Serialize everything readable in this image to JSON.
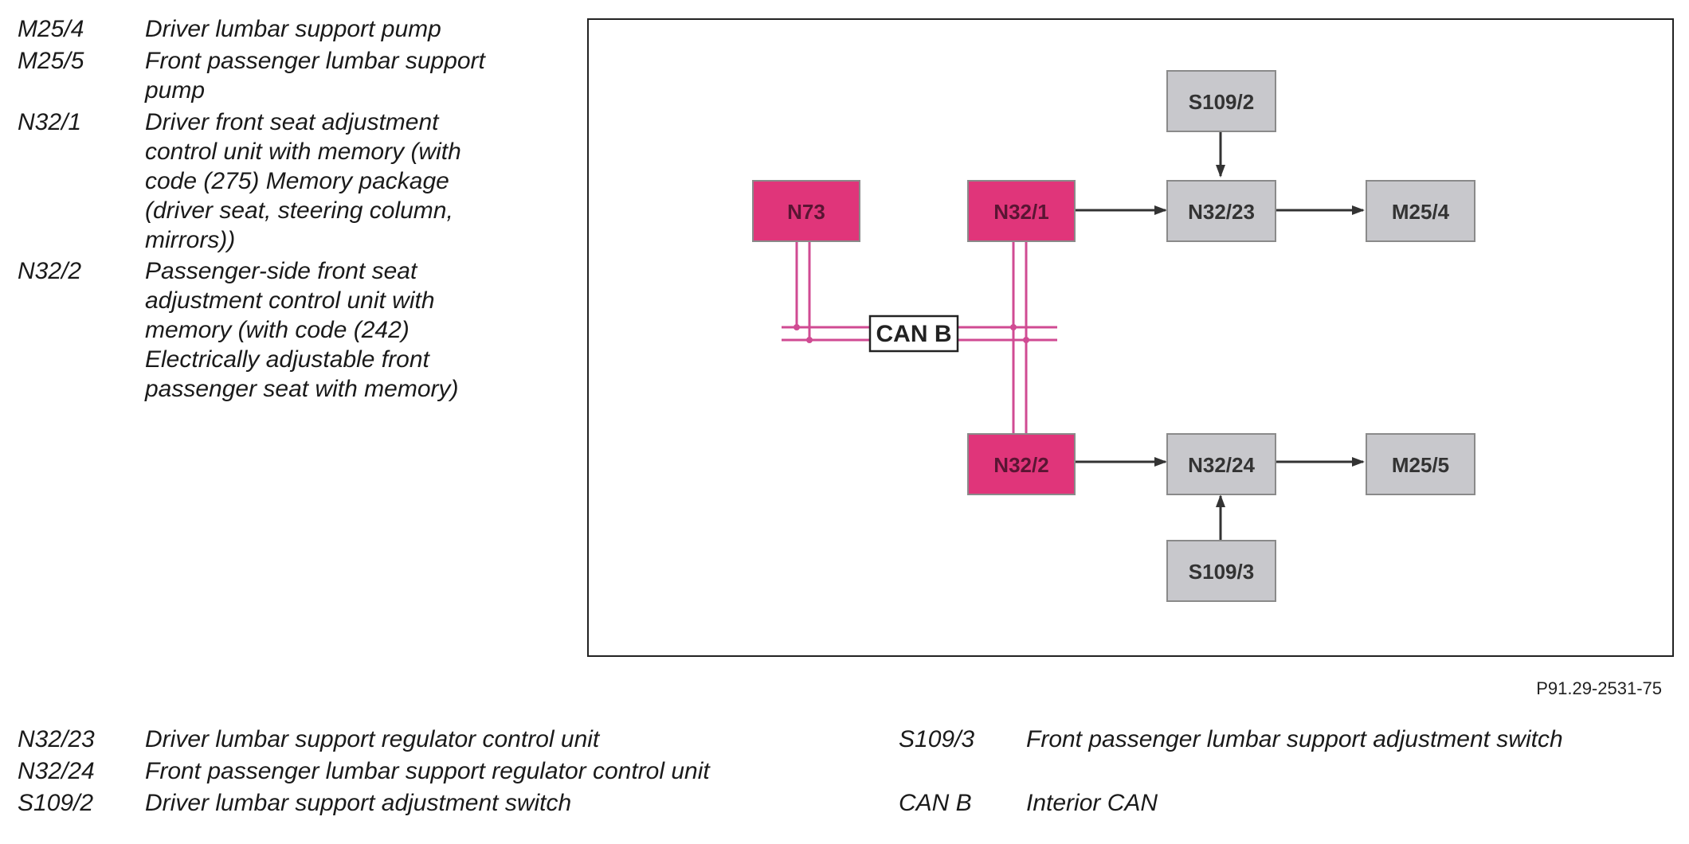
{
  "legend_left": [
    {
      "code": "M25/4",
      "lines": [
        "Driver lumbar support pump"
      ]
    },
    {
      "code": "M25/5",
      "lines": [
        "Front passenger lumbar support",
        "pump"
      ]
    },
    {
      "code": "N32/1",
      "lines": [
        "Driver front seat adjustment",
        "control unit with memory (with",
        "code (275) Memory package",
        "(driver seat, steering column,",
        "mirrors))"
      ]
    },
    {
      "code": "N32/2",
      "lines": [
        "Passenger-side front seat",
        "adjustment control unit with",
        "memory (with code (242)",
        "Electrically adjustable front",
        "passenger seat with memory)"
      ]
    }
  ],
  "legend_bottom": [
    {
      "code": "N32/23",
      "desc": "Driver lumbar support regulator control unit"
    },
    {
      "code": "N32/24",
      "desc": "Front passenger lumbar support regulator control unit"
    },
    {
      "code": "S109/2",
      "desc": "Driver lumbar support adjustment switch"
    },
    {
      "code": "S109/3",
      "desc": "Front passenger lumbar support adjustment switch"
    },
    {
      "code": "CAN B",
      "desc": "Interior CAN"
    }
  ],
  "diagram": {
    "bus_label": "CAN B",
    "nodes": {
      "n73": "N73",
      "n32_1": "N32/1",
      "n32_2": "N32/2",
      "n32_23": "N32/23",
      "n32_24": "N32/24",
      "m25_4": "M25/4",
      "m25_5": "M25/5",
      "s109_2": "S109/2",
      "s109_3": "S109/3"
    },
    "colors": {
      "control_unit_fill": "#e0357a",
      "component_fill": "#c8c8cc",
      "bus_line": "#d04b93",
      "arrow": "#333333"
    }
  },
  "figure_id": "P91.29-2531-75"
}
